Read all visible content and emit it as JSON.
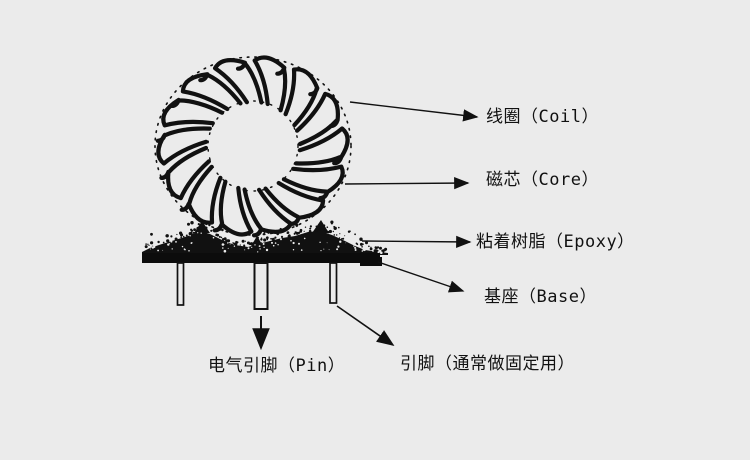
{
  "colors": {
    "background": "#ebebeb",
    "ink": "#111111"
  },
  "diagram": {
    "type": "annotated-part-diagram",
    "subject": "toroidal-inductor",
    "labels": [
      {
        "id": "coil",
        "text": "线圈（Coil）"
      },
      {
        "id": "core",
        "text": "磁芯（Core）"
      },
      {
        "id": "epoxy",
        "text": "粘着树脂（Epoxy）"
      },
      {
        "id": "base",
        "text": "基座（Base）"
      },
      {
        "id": "pin",
        "text": "电气引脚（Pin）"
      },
      {
        "id": "mount-pin",
        "text": "引脚（通常做固定用）"
      }
    ]
  }
}
